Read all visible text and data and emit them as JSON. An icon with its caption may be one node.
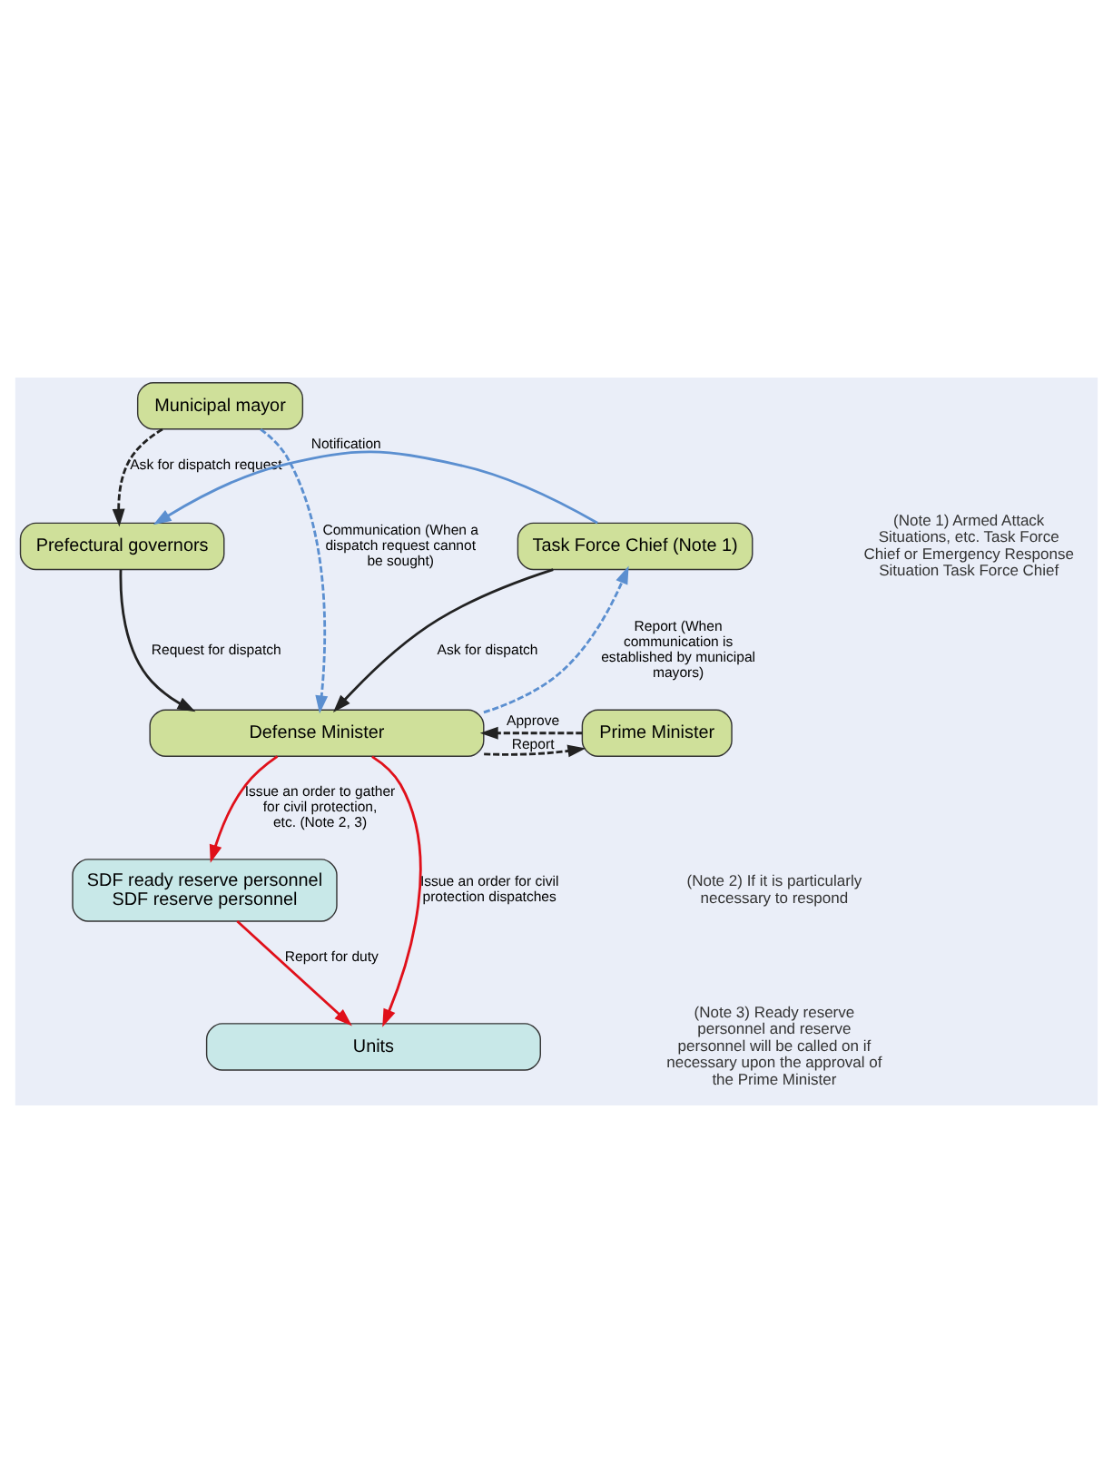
{
  "diagram": {
    "nodes": [
      {
        "text": [
          "Municipal mayor"
        ]
      },
      {
        "text": [
          "Prefectural governors"
        ]
      },
      {
        "text": [
          "Task Force Chief (Note 1)"
        ]
      },
      {
        "text": [
          "Defense Minister"
        ]
      },
      {
        "text": [
          "Prime Minister"
        ]
      },
      {
        "text": [
          "SDF ready reserve personnel",
          "SDF reserve personnel"
        ]
      },
      {
        "text": [
          "Units"
        ]
      }
    ],
    "edges": [
      {
        "from": 0,
        "to": 1,
        "arrow": "to",
        "label": "Ask for dispatch request",
        "style": "dashed"
      },
      {
        "from": 0,
        "to": 3,
        "arrow": "to",
        "label": "Communication (When a dispatch request cannot be sought)",
        "style": "dashed",
        "color": "#5b8fd0"
      },
      {
        "from": 2,
        "to": 1,
        "arrow": "to",
        "label": "Notification",
        "color": "#5b8fd0"
      },
      {
        "from": 1,
        "to": 3,
        "arrow": "to",
        "label": "Request for dispatch"
      },
      {
        "from": 3,
        "to": 2,
        "arrow": "to",
        "label": "Report (When communication is established by municipal mayors)",
        "style": "dashed",
        "color": "#5b8fd0"
      },
      {
        "from": 2,
        "to": 3,
        "arrow": "to",
        "label": "Ask for dispatch"
      },
      {
        "from": 3,
        "to": 4,
        "arrow": "to",
        "label": "Report",
        "style": "dashed"
      },
      {
        "from": 4,
        "to": 3,
        "arrow": "to",
        "label": "Approve",
        "style": "dashed"
      },
      {
        "from": 3,
        "to": 5,
        "arrow": "to",
        "label": "Issue an order to gather for civil protection, etc. (Note 2, 3)",
        "color": "#e0101a"
      },
      {
        "from": 3,
        "to": 6,
        "arrow": "to",
        "label": "Issue an order for civil protection dispatches",
        "color": "#e0101a"
      },
      {
        "from": 5,
        "to": 6,
        "arrow": "to",
        "label": "Report for duty",
        "color": "#e0101a"
      }
    ],
    "labels": [
      "(Note 1) Armed Attack Situations, etc. Task Force Chief or Emergency Response Situation Task Force Chief",
      "(Note 2) If it is particularly necessary to respond",
      "(Note 3) Ready reserve personnel and reserve personnel will be called on if necessary upon the approval of the Prime Minister"
    ]
  }
}
